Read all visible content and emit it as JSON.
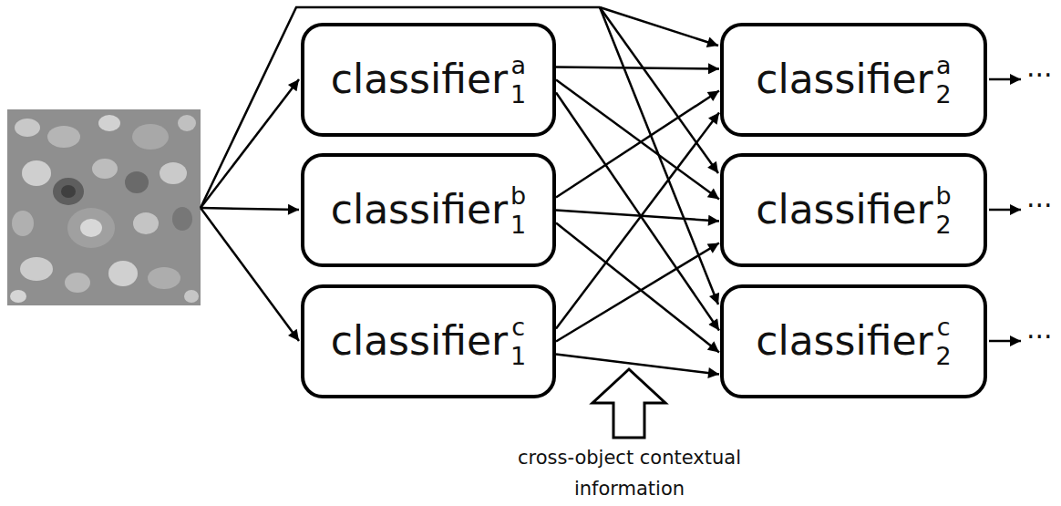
{
  "diagram": {
    "nodes": [
      {
        "text": [
          "classifier",
          "a",
          "1"
        ]
      },
      {
        "text": [
          "classifier",
          "b",
          "1"
        ]
      },
      {
        "text": [
          "classifier",
          "c",
          "1"
        ]
      },
      {
        "text": [
          "classifier",
          "a",
          "2"
        ]
      },
      {
        "text": [
          "classifier",
          "b",
          "2"
        ]
      },
      {
        "text": [
          "classifier",
          "c",
          "2"
        ]
      }
    ],
    "edges": [
      {
        "from": 0,
        "to": 3,
        "arrow": "to"
      },
      {
        "from": 0,
        "to": 4,
        "arrow": "to"
      },
      {
        "from": 0,
        "to": 5,
        "arrow": "to"
      },
      {
        "from": 1,
        "to": 3,
        "arrow": "to"
      },
      {
        "from": 1,
        "to": 4,
        "arrow": "to"
      },
      {
        "from": 1,
        "to": 5,
        "arrow": "to"
      },
      {
        "from": 2,
        "to": 3,
        "arrow": "to"
      },
      {
        "from": 2,
        "to": 4,
        "arrow": "to"
      },
      {
        "from": 2,
        "to": 5,
        "arrow": "to"
      }
    ],
    "labels": [
      "···",
      "···",
      "···",
      "cross-object contextual information"
    ]
  }
}
